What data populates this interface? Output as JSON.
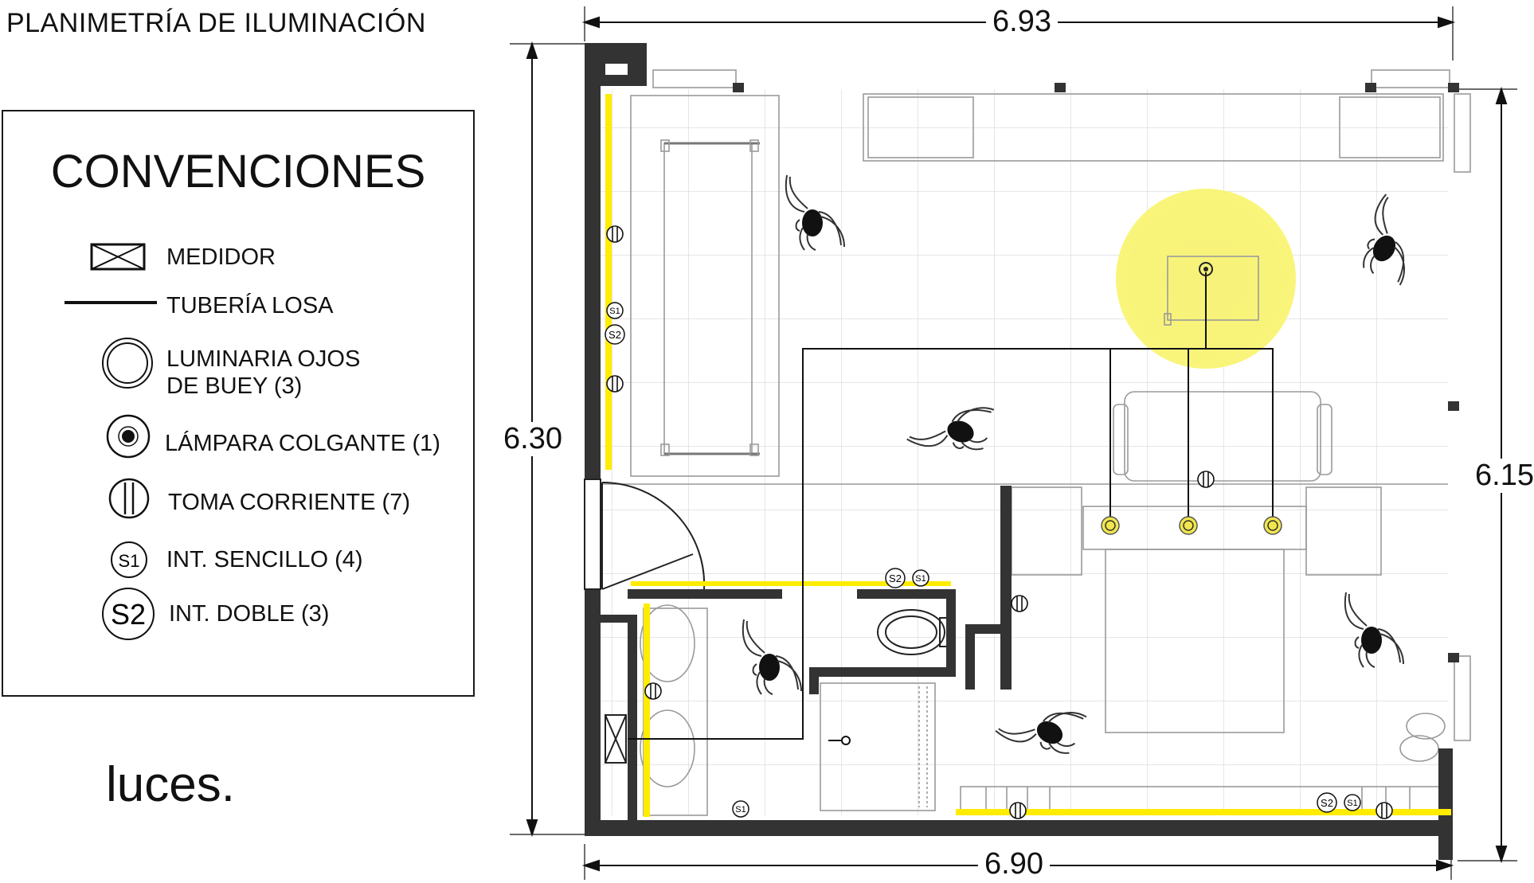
{
  "title": "PLANIMETRÍA DE ILUMINACIÓN",
  "legend": {
    "heading": "CONVENCIONES",
    "items": [
      {
        "symbol": "meter-box",
        "label": "MEDIDOR"
      },
      {
        "symbol": "slab-pipe-line",
        "label": "TUBERÍA LOSA"
      },
      {
        "symbol": "recessed-luminaire",
        "label_line1": "LUMINARIA OJOS",
        "label_line2": "DE BUEY (3)"
      },
      {
        "symbol": "pendant-lamp",
        "label": "LÁMPARA COLGANTE (1)"
      },
      {
        "symbol": "outlet",
        "label": "TOMA CORRIENTE (7)"
      },
      {
        "symbol": "single-switch",
        "code": "S1",
        "label": "INT. SENCILLO (4)"
      },
      {
        "symbol": "double-switch",
        "code": "S2",
        "label": "INT. DOBLE (3)"
      }
    ]
  },
  "tagline": "luces.",
  "dimensions": {
    "top": "6.93",
    "left": "6.30",
    "right": "6.15",
    "bottom": "6.90"
  },
  "switch_codes": {
    "single": "S1",
    "double": "S2"
  },
  "colors": {
    "wall": "#333333",
    "led_strip": "#ffec00",
    "lamp_glow": "#f9f57a",
    "luminaire_fill": "#f2e64d",
    "floor_grid": "#d6d6d6",
    "furniture": "#9a9a9a",
    "wire": "#111111"
  }
}
